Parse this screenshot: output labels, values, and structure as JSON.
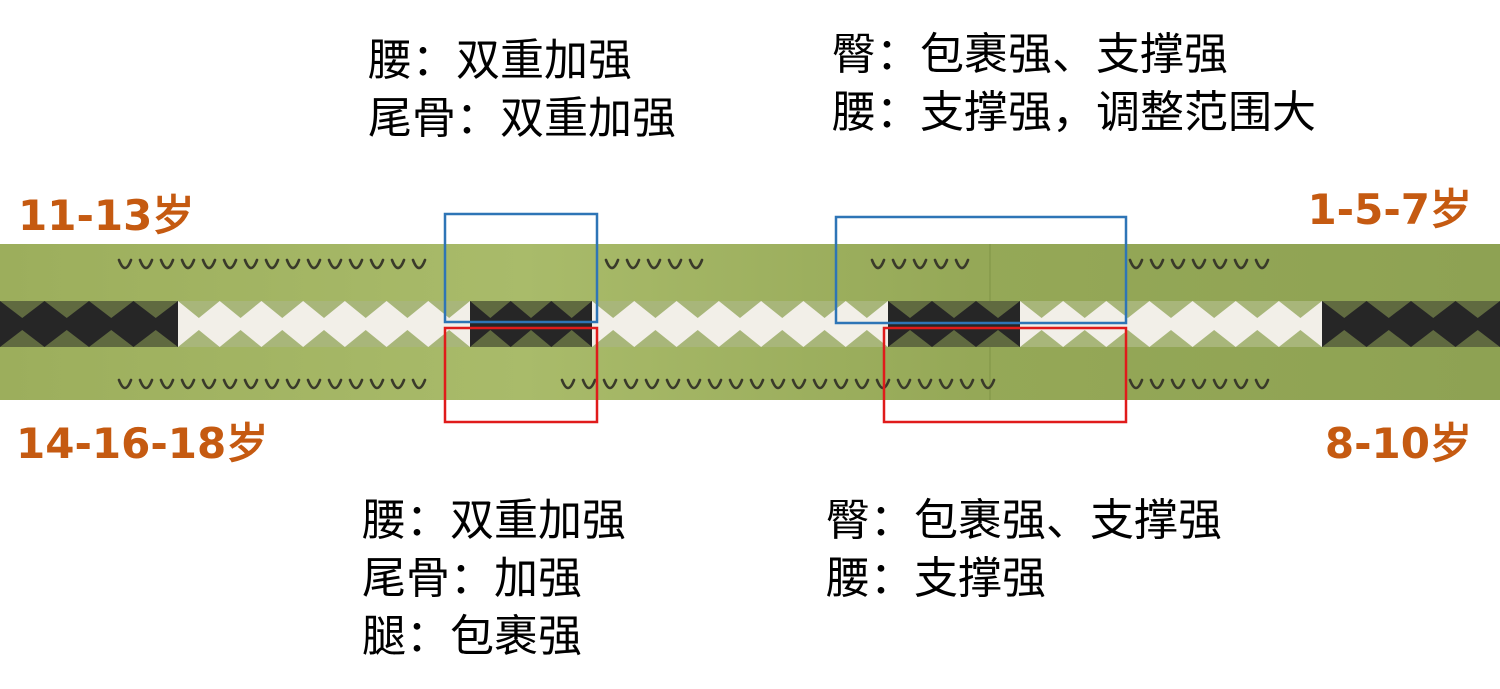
{
  "colors": {
    "age_label": "#C55A11",
    "foam_green": "#92A858",
    "spring_black": "#262626",
    "spring_white": "#F2EFE8",
    "box_blue": "#2E75B6",
    "box_red": "#E01B1B"
  },
  "age_labels": {
    "top_left": "11-13岁",
    "top_right": "1-5-7岁",
    "bottom_left": "14-16-18岁",
    "bottom_right": "8-10岁"
  },
  "notes": {
    "top_left": [
      "腰：双重加强",
      "尾骨：双重加强"
    ],
    "top_right": [
      "臀：包裹强、支撑强",
      "腰：支撑强，调整范围大"
    ],
    "bottom_left": [
      "腰：双重加强",
      "尾骨：加强",
      "腿：包裹强"
    ],
    "bottom_right": [
      "臀：包裹强、支撑强",
      "腰：支撑强"
    ]
  }
}
